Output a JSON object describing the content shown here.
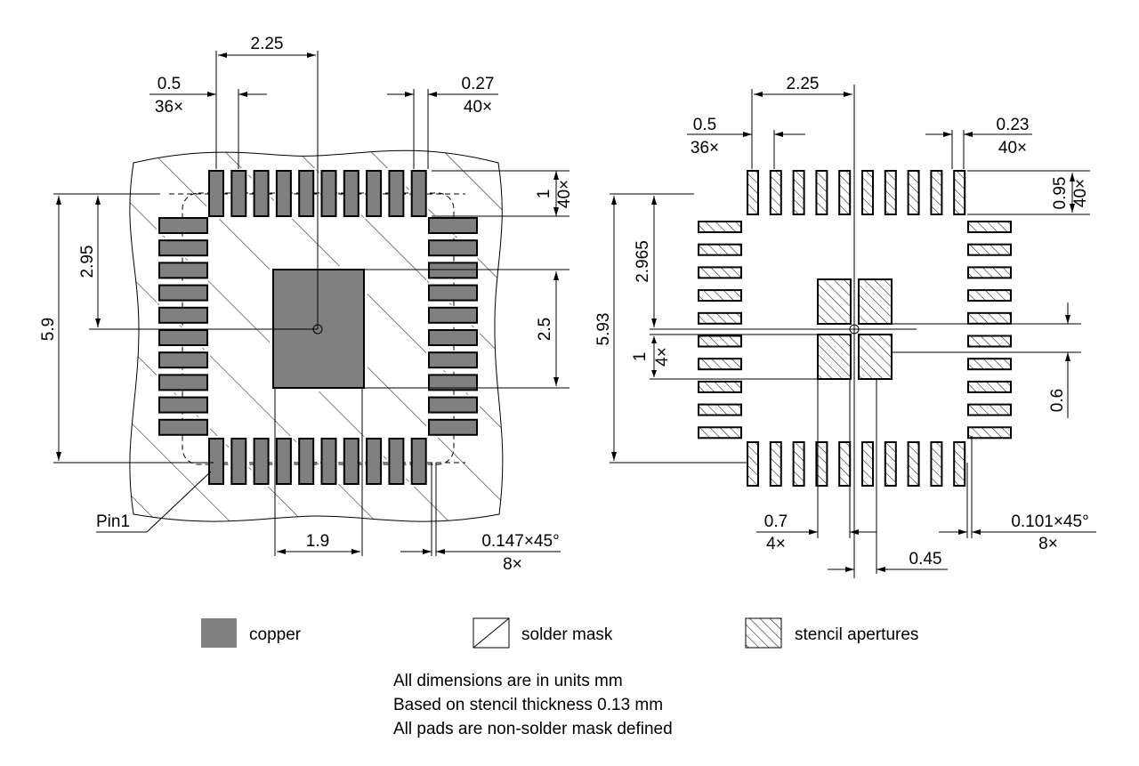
{
  "left": {
    "pitch_top": "2.25",
    "pitch": "0.5",
    "pitch_count": "36×",
    "pad_width": "0.27",
    "pad_width_count": "40×",
    "pad_length": "1",
    "pad_length_count": "40×",
    "center_offset": "2.95",
    "span": "5.9",
    "ep_height": "2.5",
    "ep_width": "1.9",
    "pin1": "Pin1",
    "chamfer": "0.147×45°",
    "chamfer_count": "8×"
  },
  "right": {
    "pitch_top": "2.25",
    "pitch": "0.5",
    "pitch_count": "36×",
    "pad_width": "0.23",
    "pad_width_count": "40×",
    "pad_length": "0.95",
    "pad_length_count": "40×",
    "center_offset": "2.965",
    "span": "5.93",
    "stencil_size": "1",
    "stencil_count": "4×",
    "stencil_gap": "0.6",
    "stencil_width": "0.7",
    "stencil_width_count": "4×",
    "stencil_spacing": "0.45",
    "chamfer": "0.101×45°",
    "chamfer_count": "8×"
  },
  "legend": {
    "copper": "copper",
    "solder_mask": "solder mask",
    "stencil": "stencil apertures"
  },
  "notes": [
    "All dimensions are in units mm",
    "Based on stencil thickness 0.13 mm",
    "All pads are non-solder mask defined"
  ],
  "colors": {
    "copper": "#808080",
    "line": "#000000"
  }
}
